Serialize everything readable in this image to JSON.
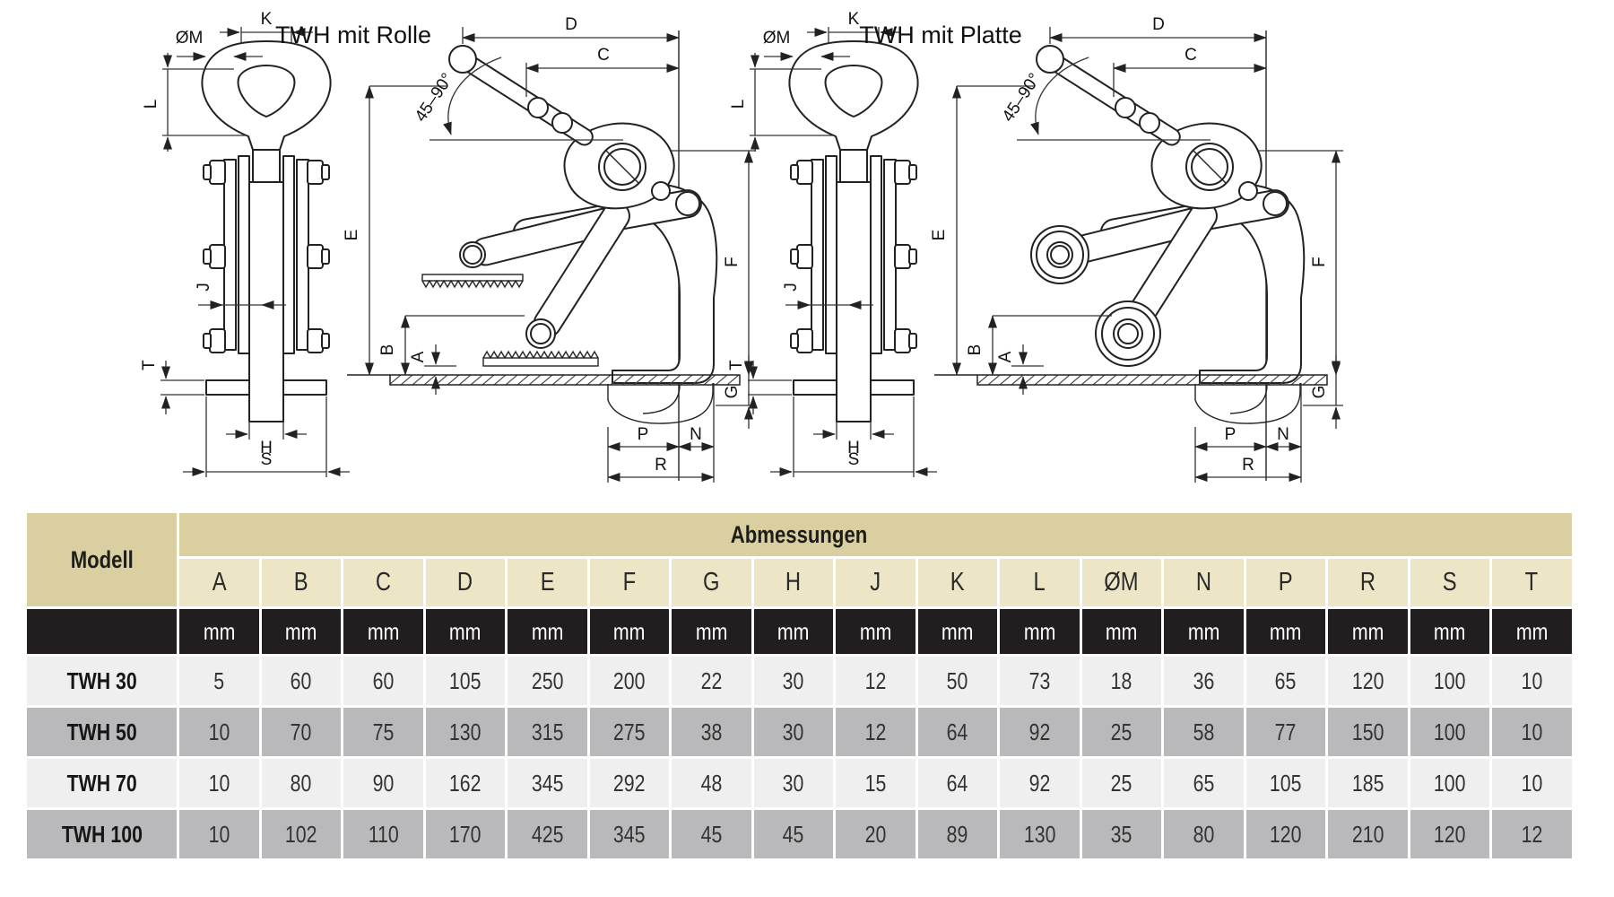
{
  "drawings": {
    "rolle": {
      "title": "TWH mit Rolle"
    },
    "platte": {
      "title": "TWH mit Platte"
    },
    "angle_label": "45–90°",
    "dim_labels": {
      "oM": "ØM",
      "K": "K",
      "L": "L",
      "J": "J",
      "T": "T",
      "H": "H",
      "S": "S",
      "D": "D",
      "C": "C",
      "E": "E",
      "B": "B",
      "A": "A",
      "F": "F",
      "G": "G",
      "P": "P",
      "N": "N",
      "R": "R"
    }
  },
  "table": {
    "model_header": "Modell",
    "group_header": "Abmessungen",
    "unit_label": "mm",
    "columns": [
      "A",
      "B",
      "C",
      "D",
      "E",
      "F",
      "G",
      "H",
      "J",
      "K",
      "L",
      "ØM",
      "N",
      "P",
      "R",
      "S",
      "T"
    ],
    "rows": [
      {
        "model": "TWH 30",
        "values": [
          "5",
          "60",
          "60",
          "105",
          "250",
          "200",
          "22",
          "30",
          "12",
          "50",
          "73",
          "18",
          "36",
          "65",
          "120",
          "100",
          "10"
        ]
      },
      {
        "model": "TWH 50",
        "values": [
          "10",
          "70",
          "75",
          "130",
          "315",
          "275",
          "38",
          "30",
          "12",
          "64",
          "92",
          "25",
          "58",
          "77",
          "150",
          "100",
          "10"
        ]
      },
      {
        "model": "TWH 70",
        "values": [
          "10",
          "80",
          "90",
          "162",
          "345",
          "292",
          "48",
          "30",
          "15",
          "64",
          "92",
          "25",
          "65",
          "105",
          "185",
          "100",
          "10"
        ]
      },
      {
        "model": "TWH 100",
        "values": [
          "10",
          "102",
          "110",
          "170",
          "425",
          "345",
          "45",
          "45",
          "20",
          "89",
          "130",
          "35",
          "80",
          "120",
          "210",
          "120",
          "12"
        ]
      }
    ],
    "colors": {
      "band_tan": "#d9cfa0",
      "header_cream": "#ece5c6",
      "unit_black": "#221e1f",
      "row_light": "#f0eff0",
      "row_dark": "#b9b8ba"
    }
  }
}
